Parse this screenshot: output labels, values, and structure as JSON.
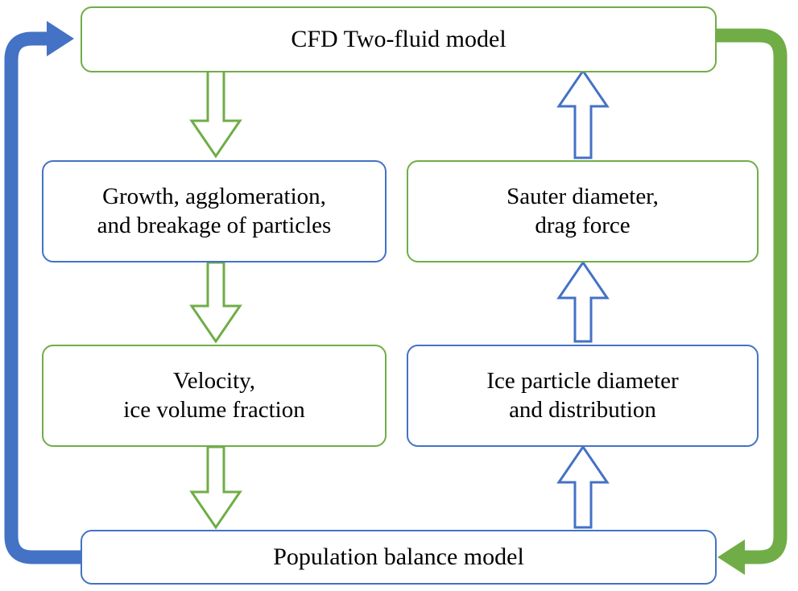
{
  "diagram": {
    "title": "CFD two-fluid model and population balance model coupling loop",
    "colors": {
      "green": "#70AD47",
      "blue": "#4472C4",
      "text": "#000000",
      "background": "#FFFFFF"
    },
    "boxes": [
      {
        "id": "cfd",
        "label": "CFD Two-fluid model",
        "border": "green"
      },
      {
        "id": "growth",
        "label": "Growth, agglomeration,\nand breakage of particles",
        "border": "blue"
      },
      {
        "id": "sauter",
        "label": "Sauter diameter,\ndrag force",
        "border": "green"
      },
      {
        "id": "vel",
        "label": "Velocity,\nice volume fraction",
        "border": "green"
      },
      {
        "id": "ice",
        "label": "Ice particle diameter\nand distribution",
        "border": "blue"
      },
      {
        "id": "pbm",
        "label": "Population balance model",
        "border": "blue"
      }
    ],
    "arrows": [
      {
        "id": "cfd-to-growth",
        "direction": "down",
        "color": "green",
        "style": "outline"
      },
      {
        "id": "growth-to-vel",
        "direction": "down",
        "color": "green",
        "style": "outline"
      },
      {
        "id": "vel-to-pbm",
        "direction": "down",
        "color": "green",
        "style": "outline"
      },
      {
        "id": "pbm-to-ice",
        "direction": "up",
        "color": "blue",
        "style": "outline"
      },
      {
        "id": "ice-to-sauter",
        "direction": "up",
        "color": "blue",
        "style": "outline"
      },
      {
        "id": "sauter-to-cfd",
        "direction": "up",
        "color": "blue",
        "style": "outline"
      },
      {
        "id": "pbm-to-cfd-left",
        "direction": "left-up",
        "color": "blue",
        "style": "solid"
      },
      {
        "id": "cfd-to-pbm-right",
        "direction": "right-down",
        "color": "green",
        "style": "solid"
      }
    ]
  }
}
